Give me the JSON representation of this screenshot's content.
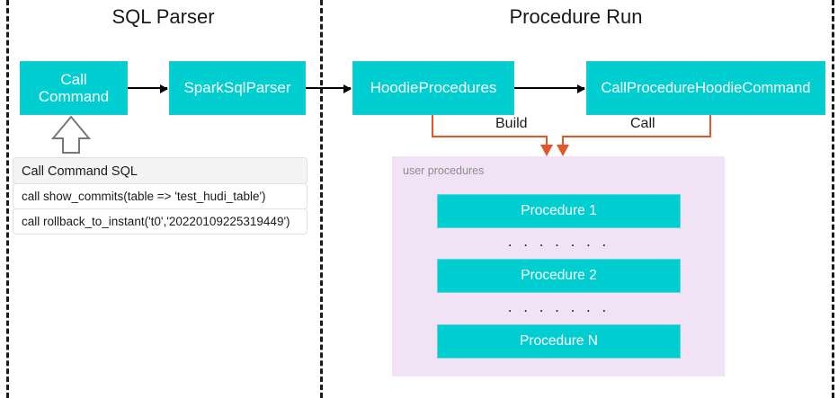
{
  "lanes": [
    {
      "title": "SQL Parser"
    },
    {
      "title": "Procedure Run"
    }
  ],
  "boxes": {
    "call_command": "Call\nCommand",
    "spark_sql_parser": "SparkSqlParser",
    "hoodie_procedures": "HoodieProcedures",
    "call_procedure_hoodie_command": "CallProcedureHoodieCommand"
  },
  "sql_table": {
    "header": "Call Command SQL",
    "rows": [
      "call show_commits(table => 'test_hudi_table')",
      "call rollback_to_instant('t0','20220109225319449')"
    ]
  },
  "connectors": {
    "build_label": "Build",
    "call_label": "Call"
  },
  "procedures_panel": {
    "label": "user procedures",
    "items": [
      {
        "label": "Procedure 1"
      },
      {
        "label": "Procedure 2"
      },
      {
        "label": "Procedure N"
      }
    ],
    "ellipsis": ". . . . . . ."
  },
  "colors": {
    "teal": "#00CED1",
    "panel_purple": "#F1E3F5",
    "connector_orange": "#E2562A",
    "divider_black": "#1A1A1A",
    "table_header_gray": "#F4F4F4"
  }
}
